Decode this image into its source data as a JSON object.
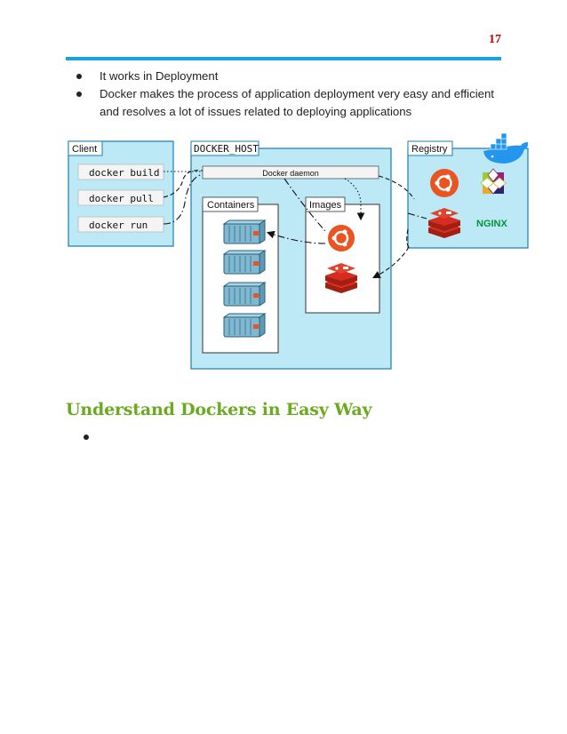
{
  "page": {
    "number": "17"
  },
  "bullets": [
    {
      "text": "It works in Deployment"
    },
    {
      "text": "Docker makes the process of application deployment very easy and efficient and resolves a lot of issues related to deploying applications"
    }
  ],
  "diagram": {
    "client": {
      "label": "Client",
      "commands": [
        "docker build",
        "docker pull",
        "docker run"
      ]
    },
    "docker_host": {
      "label": "DOCKER_HOST",
      "daemon_label": "Docker daemon",
      "containers_label": "Containers",
      "images_label": "Images"
    },
    "registry": {
      "label": "Registry",
      "nginx_logo_text": "NGINX"
    },
    "colors": {
      "panel_fill": "#bde8f6",
      "panel_stroke": "#1a7fa8",
      "ubuntu_orange": "#e95420",
      "redis_red": "#d82c20",
      "docker_blue": "#2496ed"
    }
  },
  "section": {
    "heading": "Understand Dockers in Easy Way",
    "bullets": [
      ""
    ]
  }
}
